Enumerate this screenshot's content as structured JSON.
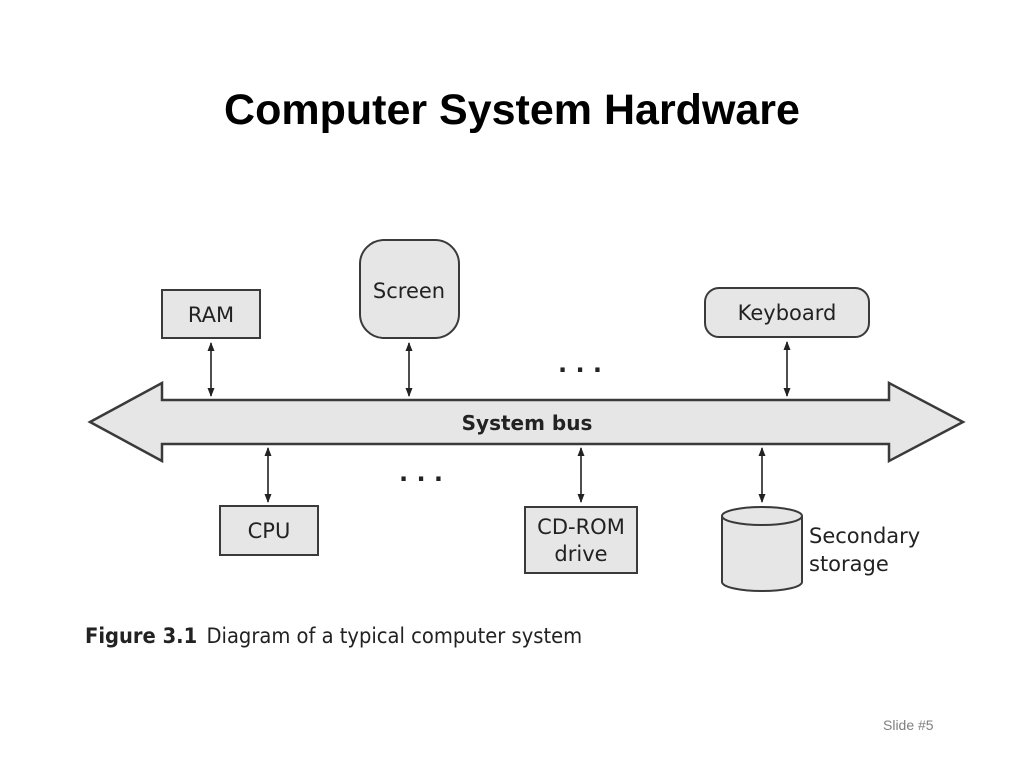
{
  "slide": {
    "title": "Computer System Hardware",
    "slide_number": "Slide #5"
  },
  "diagram": {
    "bus_label": "System bus",
    "components_top": [
      {
        "id": "ram",
        "label": "RAM",
        "shape": "rectangle"
      },
      {
        "id": "screen",
        "label": "Screen",
        "shape": "rounded-rectangle"
      },
      {
        "id": "keyboard",
        "label": "Keyboard",
        "shape": "rounded-rectangle"
      }
    ],
    "components_bottom": [
      {
        "id": "cpu",
        "label": "CPU",
        "shape": "rectangle"
      },
      {
        "id": "cdrom",
        "label_lines": [
          "CD-ROM",
          "drive"
        ],
        "shape": "rectangle"
      },
      {
        "id": "secondary",
        "label_lines": [
          "Secondary",
          "storage"
        ],
        "shape": "cylinder"
      }
    ],
    "ellipsis_top": ". . .",
    "ellipsis_bottom": ". . .",
    "connector_style": "double-headed arrow",
    "colors": {
      "box_fill": "#e6e6e6",
      "bus_fill": "#e6e6e6",
      "stroke": "#3a3a3a"
    }
  },
  "caption": {
    "number": "Figure 3.1",
    "text": "Diagram of a typical computer system"
  }
}
